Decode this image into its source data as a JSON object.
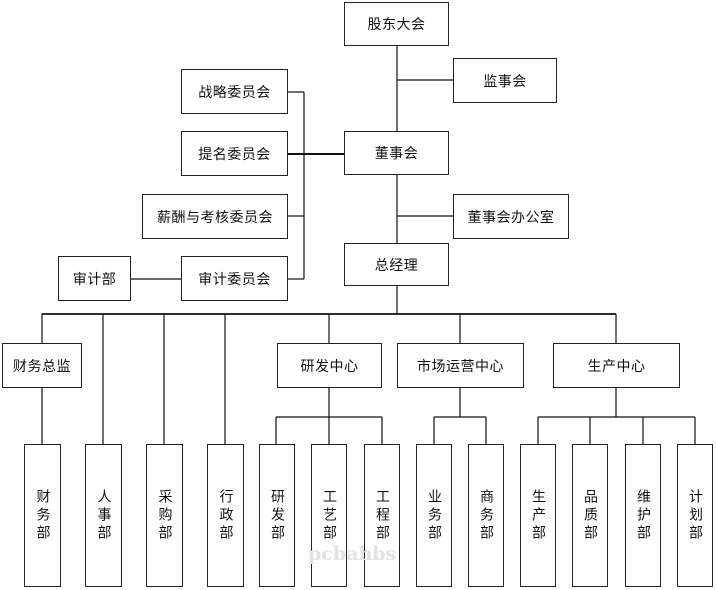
{
  "org_chart": {
    "shareholders": "股东大会",
    "supervisors": "监事会",
    "board": "董事会",
    "board_office": "董事会办公室",
    "general_manager": "总经理",
    "committees": {
      "strategy": "战略委员会",
      "nomination": "提名委员会",
      "compensation": "薪酬与考核委员会",
      "audit": "审计委员会"
    },
    "audit_dept": "审计部",
    "centers": {
      "cfo": "财务总监",
      "rnd": "研发中心",
      "marketing": "市场运营中心",
      "production": "生产中心"
    },
    "departments": {
      "finance": "财务部",
      "hr": "人事部",
      "purchasing": "采购部",
      "admin": "行政部",
      "rnd": "研发部",
      "process": "工艺部",
      "engineering": "工程部",
      "business": "业务部",
      "commerce": "商务部",
      "production": "生产部",
      "quality": "品质部",
      "maintenance": "维护部",
      "planning": "计划部"
    }
  },
  "watermark": "pcbahbs"
}
